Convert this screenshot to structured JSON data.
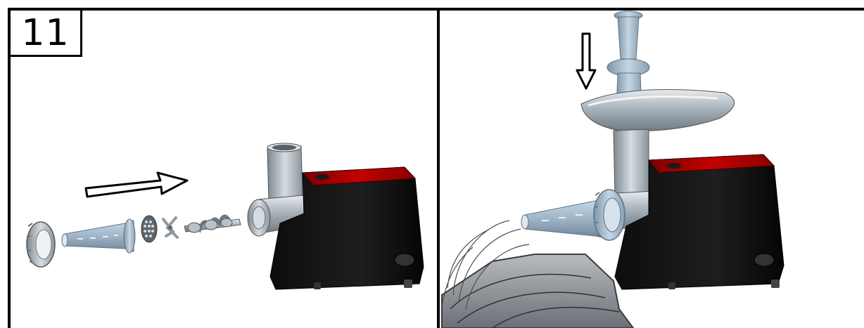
{
  "step": {
    "number": "11"
  },
  "panels": [
    {
      "name": "disassembled-parts-view"
    },
    {
      "name": "assembled-with-tray-and-pusher-view"
    }
  ]
}
